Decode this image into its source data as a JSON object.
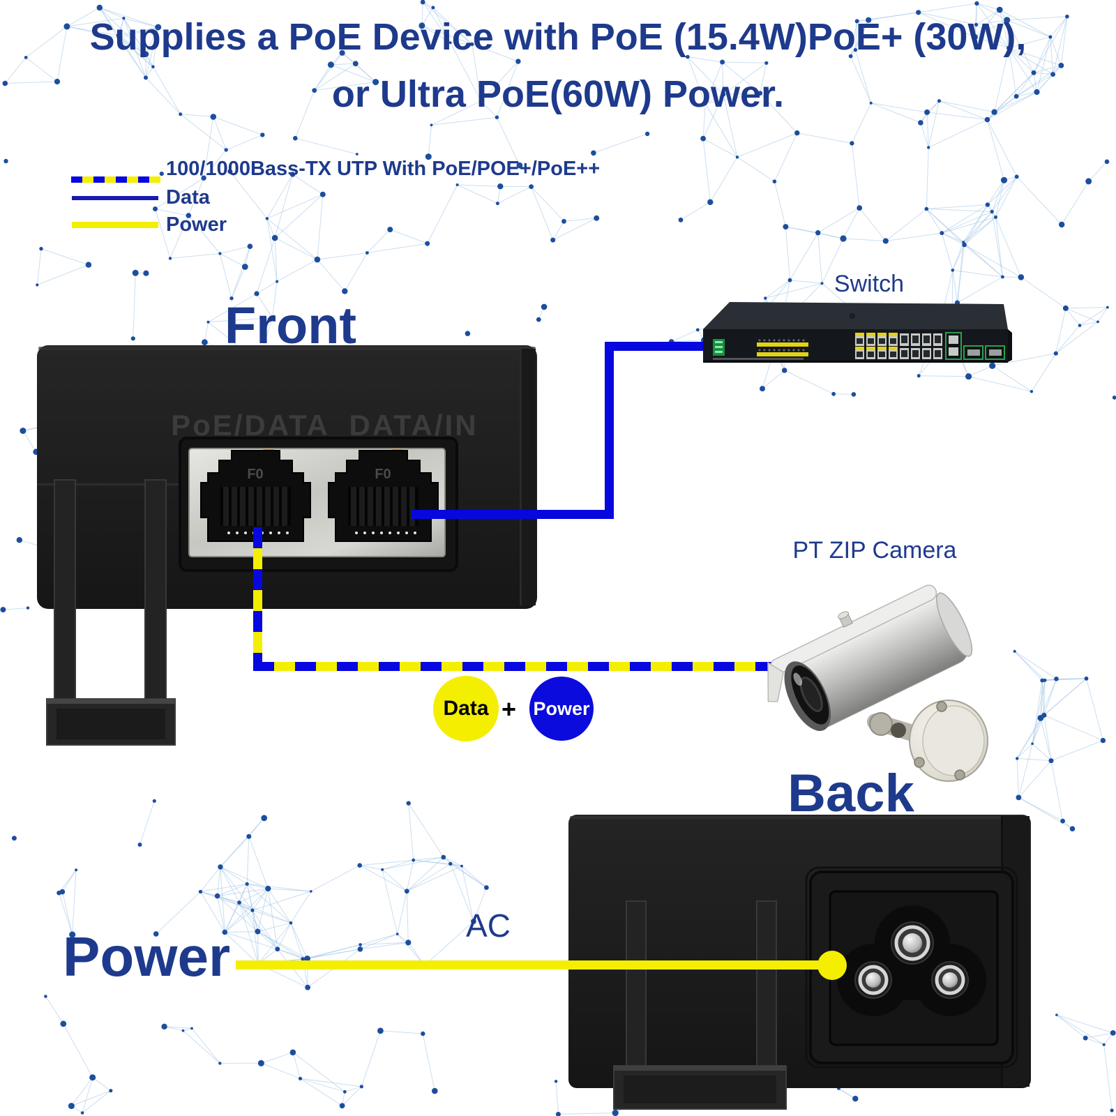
{
  "title": {
    "line1": "Supplies a PoE Device with PoE (15.4W)PoE+ (30W),",
    "line2": "or Ultra PoE(60W) Power."
  },
  "legend": {
    "items": [
      {
        "id": "utp",
        "label": "100/1000Bass-TX UTP With PoE/POE+/PoE++",
        "swatch": "dashed-blue-yellow"
      },
      {
        "id": "data",
        "label": "Data",
        "swatch": "solid-blue"
      },
      {
        "id": "power",
        "label": "Power",
        "swatch": "solid-yellow"
      }
    ]
  },
  "front_section": {
    "heading": "Front",
    "port1_label": "PoE/DATA",
    "port2_label": "DATA/IN",
    "jack_marking": "F0"
  },
  "switch_section": {
    "label": "Switch"
  },
  "camera_section": {
    "label": "PT ZIP Camera"
  },
  "cable_badges": {
    "data_label": "Data",
    "plus": "+",
    "power_label": "Power"
  },
  "back_section": {
    "heading": "Back",
    "power_heading": "Power",
    "ac_label": "AC"
  },
  "colors": {
    "navy_text": "#1e3a8c",
    "cable_blue": "#0707e0",
    "cable_yellow": "#f4ee00",
    "device_black": "#1d1d1d",
    "metal_silver": "#c9c9c4",
    "constellation_dot": "#1d4e9e",
    "constellation_line": "#9fc3e4"
  }
}
